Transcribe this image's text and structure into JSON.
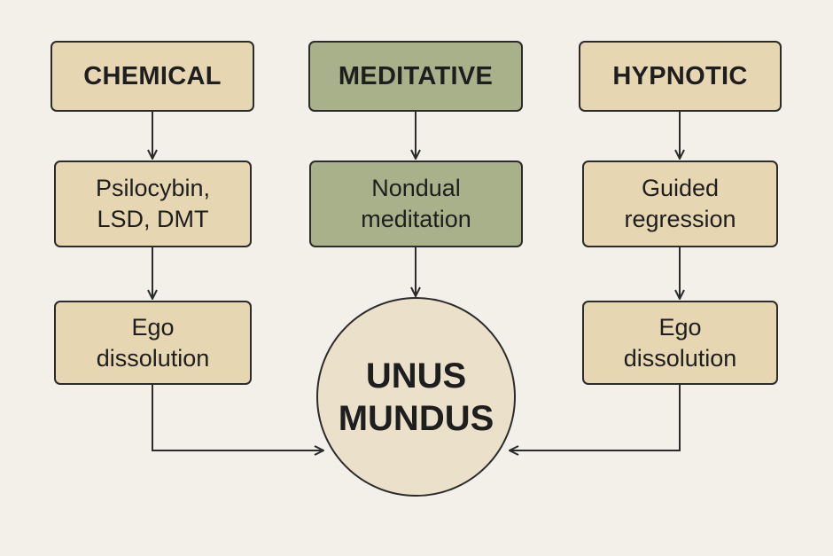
{
  "colors": {
    "background": "#f3f0ea",
    "box_tan": "#e6d6b2",
    "box_sage": "#a9b18b",
    "hub_fill": "#ebe1ca",
    "stroke": "#2b2b2b"
  },
  "columns": {
    "chemical": {
      "header": "CHEMICAL",
      "step1": "Psilocybin,\nLSD, DMT",
      "step2": "Ego\ndissolution"
    },
    "meditative": {
      "header": "MEDITATIVE",
      "step1": "Nondual\nmeditation"
    },
    "hypnotic": {
      "header": "HYPNOTIC",
      "step1": "Guided\nregression",
      "step2": "Ego\ndissolution"
    }
  },
  "hub": {
    "label": "UNUS\nMUNDUS"
  }
}
